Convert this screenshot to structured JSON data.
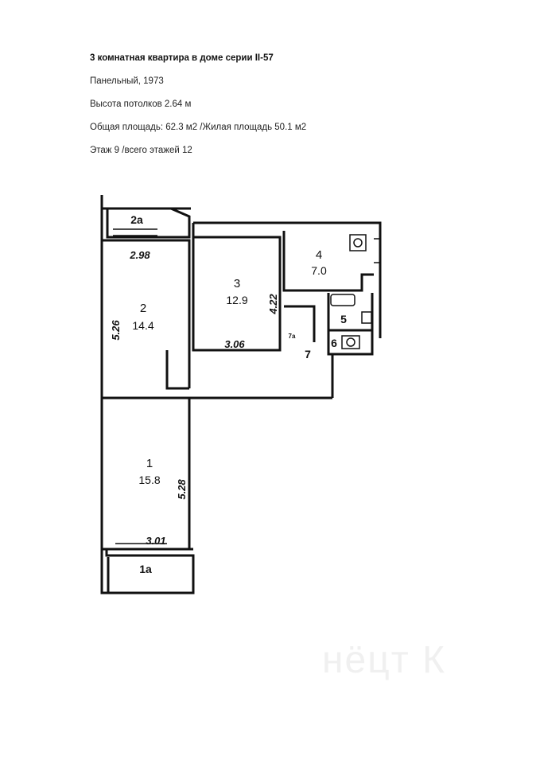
{
  "header": {
    "title": "3 комнатная квартира в доме серии II-57",
    "building": "Панельный, 1973",
    "ceiling": "Высота потолков 2.64 м",
    "area": "Общая площадь: 62.3 м2 /Жилая площадь 50.1 м2",
    "floor": "Этаж 9 /всего этажей 12"
  },
  "plan": {
    "rooms": [
      {
        "id": "1",
        "area": "15.8"
      },
      {
        "id": "2",
        "area": "14.4"
      },
      {
        "id": "3",
        "area": "12.9"
      },
      {
        "id": "4",
        "area": "7.0"
      }
    ],
    "labels": {
      "balcony_2a": "2a",
      "balcony_1a": "1a",
      "bath": "5",
      "wc": "6",
      "hall": "7",
      "closet": "7a"
    },
    "dimensions": {
      "room2_width": "2.98",
      "room2_depth": "5.26",
      "room3_width": "3.06",
      "room3_depth": "4.22",
      "room1_width": "3.01",
      "room1_depth": "5.28"
    },
    "watermark": "нёцт К"
  }
}
